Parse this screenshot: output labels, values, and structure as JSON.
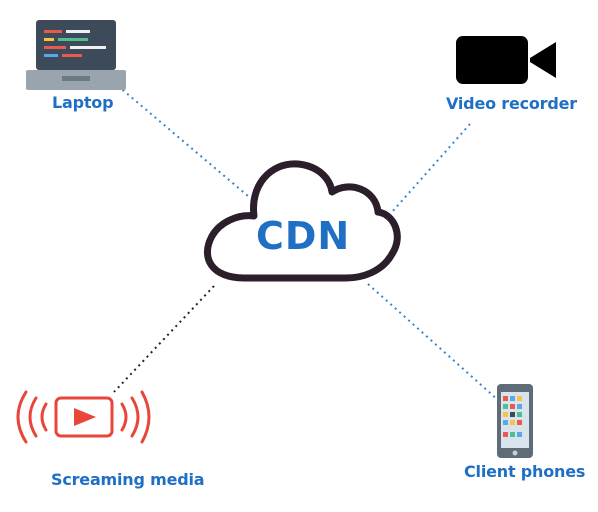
{
  "center": {
    "label": "CDN"
  },
  "nodes": {
    "laptop": {
      "label": "Laptop",
      "icon": "laptop-icon"
    },
    "video_recorder": {
      "label": "Video recorder",
      "icon": "video-camera-icon"
    },
    "streaming_media": {
      "label": "Screaming media",
      "icon": "play-broadcast-icon"
    },
    "client_phones": {
      "label": "Client phones",
      "icon": "smartphone-icon"
    }
  },
  "colors": {
    "label_blue": "#1f6fc5",
    "link_blue": "#3a85c9",
    "link_dark": "#2b1f2b",
    "cloud_stroke": "#2b1f2b",
    "broadcast_red": "#e8463a",
    "laptop_body": "#3d4a5a",
    "laptop_base": "#9aa4ae"
  }
}
